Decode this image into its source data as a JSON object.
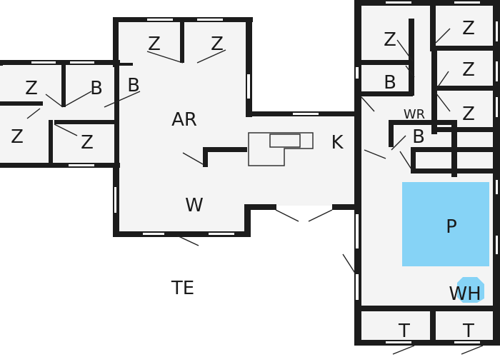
{
  "colors": {
    "wall": "#1c1c1c",
    "floor": "#f4f4f4",
    "terrace": "#ffffff",
    "pool": "#86d3f6",
    "window": "#ffffff",
    "door_line": "#222222"
  },
  "rooms": {
    "bedroom_label": "Z",
    "bathroom_label": "B",
    "living_label": "AR",
    "kitchen_label": "K",
    "lounge_label": "W",
    "terrace_label": "TE",
    "pool_label": "P",
    "utility_label": "WR",
    "whirlpool_label": "WH",
    "toilet_label": "T"
  },
  "icons": {
    "pool": "pool-rect",
    "whirlpool": "octagon"
  }
}
